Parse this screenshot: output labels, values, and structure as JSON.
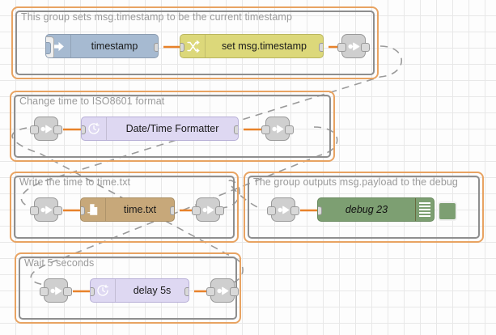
{
  "app": {
    "name": "Node-RED flow editor canvas",
    "grid_size": 20
  },
  "colors": {
    "group_border": "#e8a362",
    "group_inner_border": "#8e8e8e",
    "wire": "#e8822a",
    "link_wire": "#999999",
    "inject_node": "#a6bad1",
    "change_node": "#dcd87a",
    "moment_node": "#ded8f2",
    "file_node": "#c7a87a",
    "delay_node": "#ded8f2",
    "debug_node": "#7d9f72",
    "link_node": "#cfcfcf",
    "canvas_grid": "#e8e8e8"
  },
  "groups": [
    {
      "id": "group-timestamp",
      "label": "This group sets msg.timestamp to be the current timestamp",
      "nodes": [
        {
          "id": "inject-timestamp",
          "type": "inject",
          "label": "timestamp",
          "icon": "inject-arrow-icon"
        },
        {
          "id": "change-set-timestamp",
          "type": "change",
          "label": "set msg.timestamp",
          "icon": "change-shuffle-icon"
        },
        {
          "id": "link-out-1",
          "type": "link-out",
          "label": "",
          "icon": "link-out-icon"
        }
      ]
    },
    {
      "id": "group-iso8601",
      "label": "Change time to ISO8601 format",
      "nodes": [
        {
          "id": "link-in-2",
          "type": "link-in",
          "label": "",
          "icon": "link-in-icon"
        },
        {
          "id": "moment-formatter",
          "type": "moment",
          "label": "Date/Time Formatter",
          "icon": "clock-icon"
        },
        {
          "id": "link-out-2",
          "type": "link-out",
          "label": "",
          "icon": "link-out-icon"
        }
      ]
    },
    {
      "id": "group-write-file",
      "label": "Write the time to time.txt",
      "nodes": [
        {
          "id": "link-in-3",
          "type": "link-in",
          "label": "",
          "icon": "link-in-icon"
        },
        {
          "id": "file-timetxt",
          "type": "file",
          "label": "time.txt",
          "icon": "file-write-icon"
        },
        {
          "id": "link-out-3",
          "type": "link-out",
          "label": "",
          "icon": "link-out-icon"
        }
      ]
    },
    {
      "id": "group-debug",
      "label": "The group outputs msg.payload to the debug",
      "nodes": [
        {
          "id": "link-in-4",
          "type": "link-in",
          "label": "",
          "icon": "link-in-icon"
        },
        {
          "id": "debug-23",
          "type": "debug",
          "label": "debug 23",
          "icon": "debug-lines-icon",
          "toggle": "debug-toggle-button"
        }
      ]
    },
    {
      "id": "group-delay",
      "label": "Wait 5 seconds",
      "nodes": [
        {
          "id": "link-in-5",
          "type": "link-in",
          "label": "",
          "icon": "link-in-icon"
        },
        {
          "id": "delay-5s",
          "type": "delay",
          "label": "delay 5s",
          "icon": "clock-icon"
        },
        {
          "id": "link-out-5",
          "type": "link-out",
          "label": "",
          "icon": "link-out-icon"
        }
      ]
    }
  ]
}
